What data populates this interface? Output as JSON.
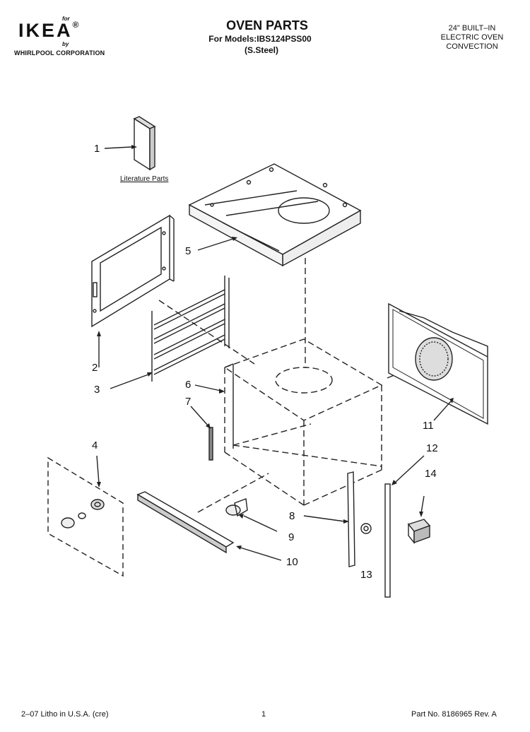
{
  "header": {
    "brand_for": "for",
    "brand": "IKEA",
    "brand_reg": "®",
    "brand_by": "by",
    "manufacturer": "WHIRLPOOL CORPORATION",
    "title": "OVEN PARTS",
    "models_line": "For Models:IBS124PSS00",
    "finish": "(S.Steel)",
    "product_line1": "24\" BUILT–IN",
    "product_line2": "ELECTRIC OVEN",
    "product_line3": "CONVECTION"
  },
  "literature_label": "Literature Parts",
  "callouts": [
    "1",
    "2",
    "3",
    "4",
    "5",
    "6",
    "7",
    "8",
    "9",
    "10",
    "11",
    "12",
    "13",
    "14"
  ],
  "footer": {
    "litho": "2–07 Litho in U.S.A. (cre)",
    "page": "1",
    "part_no": "Part No. 8186965 Rev. A"
  }
}
